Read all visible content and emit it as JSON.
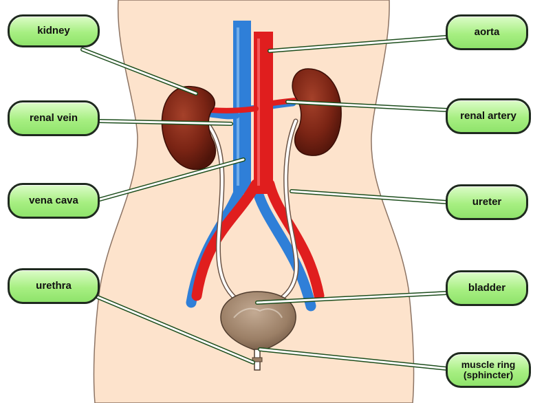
{
  "labels": {
    "kidney": "kidney",
    "aorta": "aorta",
    "renal_vein": "renal vein",
    "renal_artery": "renal artery",
    "vena_cava": "vena cava",
    "ureter": "ureter",
    "urethra": "urethra",
    "bladder": "bladder",
    "muscle_ring_line1": "muscle ring",
    "muscle_ring_line2": "(sphincter)"
  },
  "colors": {
    "skin": "#fde3cc",
    "artery": "#e01e1e",
    "vein": "#2f7fd8",
    "kidney": "#7a2414",
    "bladder": "#9b7f66",
    "ureter": "#ffffff",
    "label_fill": "#a7ef82",
    "label_border": "#1f2a1f"
  }
}
